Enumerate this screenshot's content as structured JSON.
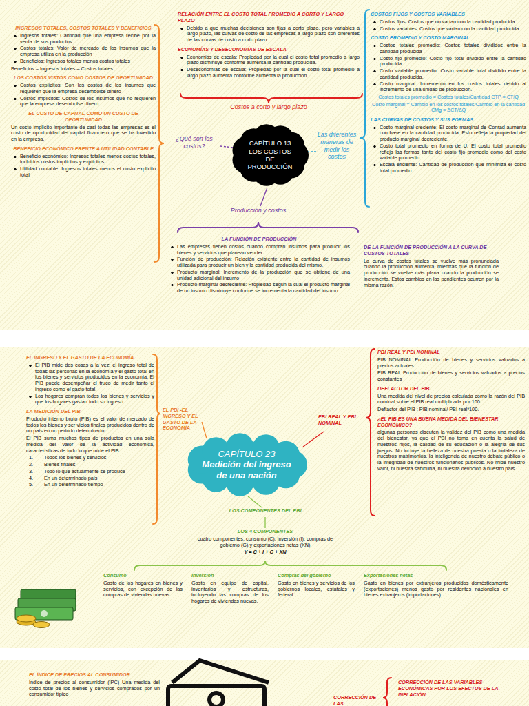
{
  "diagram": {
    "nodes": [
      {
        "text": [
          "CAPÍTULO 13 LOS COSTOS DE PRODUCCIÓN"
        ]
      },
      {
        "text": [
          "CAPÍTULO 23",
          "Medición del ingreso de una nación"
        ]
      }
    ],
    "labels": [
      "INGRESOS TOTALES, COSTOS TOTALES Y BENEFICIOS",
      "Ingresos totales: Cantidad que una empresa recibe por la venta de sus productos",
      "Costos totales: Valor de mercado de los insumos que la empresa utiliza en la producción",
      "Beneficios: Ingresos totales menos costos totales",
      "Beneficios = Ingresos totales – Costos totales.",
      "LOS COSTOS VISTOS COMO COSTOS DE OPORTUNIDAD",
      "Costos explícitos: Son los costos de los insumos que requieren que la empresa desembolse dinero",
      "Costos implícitos: Costos de los insumos que no requieren que la empresa desembolse dinero",
      "EL COSTO DE CAPITAL COMO UN COSTO DE OPORTUNIDAD",
      "Un costo implícito importante de casi todas las empresas es el costo de oportunidad del capital financiero que se ha invertido en la empresa.",
      "BENEFICIO ECONÓMICO FRENTE A UTILIDAD CONTABLE",
      "Beneficio económico: Ingresos totales menos costos totales, incluidos costos implícitos y explícitos.",
      "Utilidad contable: Ingresos totales menos el costo explícito total",
      "RELACIÓN ENTRE EL COSTO TOTAL PROMEDIO A CORTO Y LARGO PLAZO",
      "Debido a que muchas decisiones son fijas a corto plazo, pero variables a largo plazo, las curvas de costo de las empresas a largo plazo son diferentes de las curvas de costo a corto plazo.",
      "ECONOMÍAS Y DESECONOMÍAS DE ESCALA",
      "Economías de escala: Propiedad por la cual el costo total promedio a largo plazo disminuye conforme aumenta la cantidad producida.",
      "Deseconomías de escala: Propiedad por la cual el costo total promedio a largo plazo aumenta conforme aumenta la producción.",
      "Costos a corto y largo plazo",
      "¿Qué son los costos?",
      "Las diferentes maneras de medir los costos",
      "COSTOS FIJOS Y COSTOS VARIABLES",
      "Costos fijos: Costos que no varían con la cantidad producida",
      "Costos variables: Costos que varían con la cantidad producida.",
      "COSTO PROMEDIO Y COSTO MARGINAL",
      "Costos totales promedio: Costos totales divididos entre la cantidad producida",
      "Costo fijo promedio: Costo fijo total dividido entre la cantidad producida",
      "Costo variable promedio: Costo variable total dividido entre la cantidad producida.",
      "Costo marginal: Incremento en los costos totales debido al incremento de una unidad de producción.",
      "Costos totales promedio = Costos totales/Cantidad CTP = CT/Q",
      "Costo marginal = Cambio en los costos totales/Cambio en la cantidad CMg = ΔCT/ΔQ",
      "LAS CURVAS DE COSTOS Y SUS FORMAS",
      "Costo marginal creciente: El costo marginal de Conrad aumenta con base en la cantidad producida. Esto refleja la propiedad del producto marginal decreciente.",
      "Costo total promedio en forma de U: El costo total promedio refleja las formas tanto del costo fijo promedio como del costo variable promedio.",
      "Escala eficiente: Cantidad de producción que minimiza el costo total promedio.",
      "Producción y costos",
      "LA FUNCIÓN DE PRODUCCIÓN",
      "Las empresas tienen costos cuando compran insumos para producir los bienes y servicios que planean vender.",
      "Función de producción: Relación existente entre la cantidad de insumos utilizada para producir un bien y la cantidad producida del mismo.",
      "Producto marginal: Incremento de la producción que se obtiene de una unidad adicional del insumo",
      "Producto marginal decreciente: Propiedad según la cual el producto marginal de un insumo disminuye conforme se incrementa la cantidad del insumo.",
      "DE LA FUNCIÓN DE PRODUCCIÓN A LA CURVA DE COSTOS TOTALES",
      "La curva de costos totales se vuelve más pronunciada cuando la producción aumenta, mientras que la función de producción se vuelve más plana cuando la producción se incrementa. Estos cambios en las pendientes ocurren por la misma razón.",
      "EL INGRESO Y EL GASTO DE LA ECONOMÍA",
      "El PIB mide dos cosas a la vez: el ingreso total de todas las personas en la economía y el gasto total en los bienes y servicios producidos en la economía. El PIB puede desempeñar el truco de medir tanto el ingreso como el gasto total.",
      "Los hogares compran todos los bienes y servicios y que los hogares gastan todo su ingreso",
      "LA MEDICIÓN DEL PIB",
      "Producto interno bruto (PIB) es el valor de mercado de todos los bienes y ser vicios finales producidos dentro de un país en un periodo determinado.",
      "El PIB suma muchos tipos de productos en una sola medida del valor de la actividad económica, características de todo lo que mide el PIB:",
      "1.",
      "Todos los bienes y servicios",
      "2.",
      "Bienes finales",
      "3.",
      "Todo lo que actualmente se produce",
      "4.",
      "En un determinado país",
      "5.",
      "En un determinado tiempo",
      "EL PBI -EL INGRESO Y EL GASTO DE LA ECONOMÍA",
      "PBI REAL Y PBI NOMINAL",
      "PBI REAL Y PBI NOMINAL",
      "PIB NOMINAL Producción de bienes y servicios valuados a precios actuales.",
      "PIB REAL Producción de bienes y servicios valuados a precios constantes",
      "DEFLACTOR DEL PIB",
      "Una medida del nivel de precios calculada como la razón del PIB nominal sobre el PIB real multiplicada por 100",
      "Deflactor del PIB : PIB nominal/ PBI real*100.",
      "¿EL PIB ES UNA BUENA MEDIDA DEL BIENESTAR ECONÓMICO?",
      "algunas personas discuten la validez del PIB como una medida del bienestar, ya que el PBI no toma en cuenta la salud de nuestros hijos, la calidad de su educación o la alegría de sus juegos. No incluye la belleza de nuestra poesía o la fortaleza de nuestros matrimonios, la inteligencia de nuestro debate público o la integridad de nuestros funcionarios públicos. No mide nuestro valor, ni nuestra sabiduría, ni nuestra devoción a nuestro país.",
      "LOS COMPONENTES DEL PBI",
      "LOS 4 COMPONENTES",
      "cuatro componentes: consumo (C), inversión (I), compras de gobierno (G) y exportaciones netas (XN)",
      "Y = C + I + G + XN",
      "Consumo",
      "Gasto de los hogares en bienes y servicios, con excepción de las compras de viviendas nuevas",
      "Inversión",
      "Gasto en equipo de capital, inventarios y estructuras, incluyendo las compras de los hogares de viviendas nuevas.",
      "Compras del gobierno",
      "Gasto en bienes y servicios de los gobiernos locales, estatales y federal.",
      "Exportaciones netas",
      "Gasto en bienes por extranjeros producidos domésticamente (exportaciones) menos gasto por residentes nacionales en bienes extranjeros (importaciones)",
      "EL ÍNDICE DE PRECIOS AL CONSUMIDOR",
      "Índice de precios al consumidor (IPC) Una medida del costo total de los bienes y servicios comprados por un consumidor típico",
      "CORRECCIÓN DE LAS",
      "CORRECCIÓN DE LAS VARIABLES ECONÓMICAS POR LOS EFECTOS DE LA INFLACIÓN"
    ]
  }
}
